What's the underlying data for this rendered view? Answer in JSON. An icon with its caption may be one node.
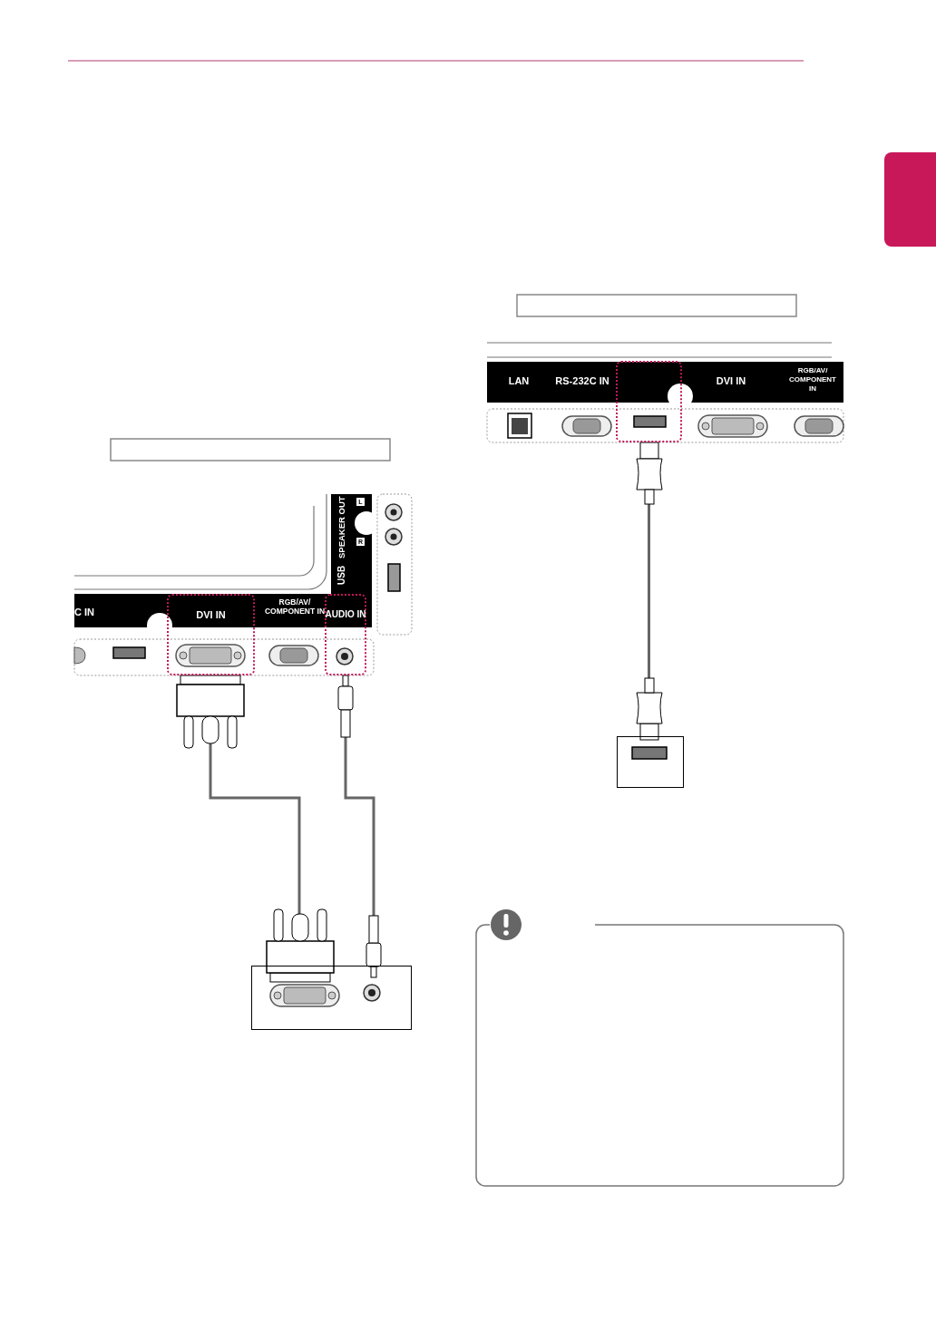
{
  "diagram": {
    "nodes": [
      {
        "text": [
          "DVI IN"
        ]
      },
      {
        "text": [
          "AUDIO IN"
        ]
      },
      {
        "text": [],
        "shape": "box"
      },
      {
        "text": [],
        "shape": "box"
      },
      {
        "text": [],
        "shape": "box"
      },
      {
        "text": [],
        "shape": "box"
      }
    ],
    "edges": [
      {
        "from": 0,
        "to": 2,
        "arrow": "none"
      },
      {
        "from": 1,
        "to": 2,
        "arrow": "none"
      },
      {
        "from": 3,
        "to": 4,
        "arrow": "none"
      }
    ],
    "labels": [
      "C IN",
      "RGB/AV/ COMPONENT IN",
      "SPEAKER OUT",
      "L",
      "R",
      "USB",
      "LAN",
      "RS-232C IN",
      "DVI IN",
      "RGB/AV/ COMPONENT IN"
    ]
  }
}
